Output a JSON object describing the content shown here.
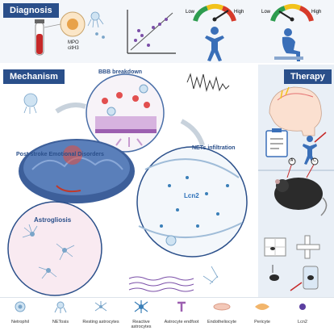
{
  "diagnosis": {
    "title": "Diagnosis",
    "markers": [
      "MPO",
      "citH3"
    ],
    "gauge_low": "Low",
    "gauge_high": "High"
  },
  "mechanism": {
    "title": "Mechanism",
    "bbb_label": "BBB breakdown",
    "nets_label": "NETs infiltration",
    "lcn2_label": "Lcn2",
    "center_label": "Post-stroke Emotional Disorders",
    "astro_label": "Astrogliosis"
  },
  "therapy": {
    "title": "Therapy",
    "maze_labels": [
      "A",
      "C"
    ]
  },
  "legend": [
    {
      "label": "Netrophil",
      "icon": "neutrophil-icon"
    },
    {
      "label": "NETosis",
      "icon": "netosis-icon"
    },
    {
      "label": "Resting astrocytes",
      "icon": "resting-astrocyte-icon"
    },
    {
      "label": "Reactive astrocytes",
      "icon": "reactive-astrocyte-icon"
    },
    {
      "label": "Astrocyte endfoot",
      "icon": "endfoot-icon"
    },
    {
      "label": "Endotheliocyte",
      "icon": "endothelial-icon"
    },
    {
      "label": "Pericyte",
      "icon": "pericyte-icon"
    },
    {
      "label": "Lcn2",
      "icon": "lcn2-icon"
    }
  ],
  "colors": {
    "header_bar": "#2a4f8a",
    "accent_red": "#c62828",
    "brain_blue": "#3d5f9a",
    "cell_blue": "#8fb7d9",
    "panel_bg": "#e9eff6"
  }
}
